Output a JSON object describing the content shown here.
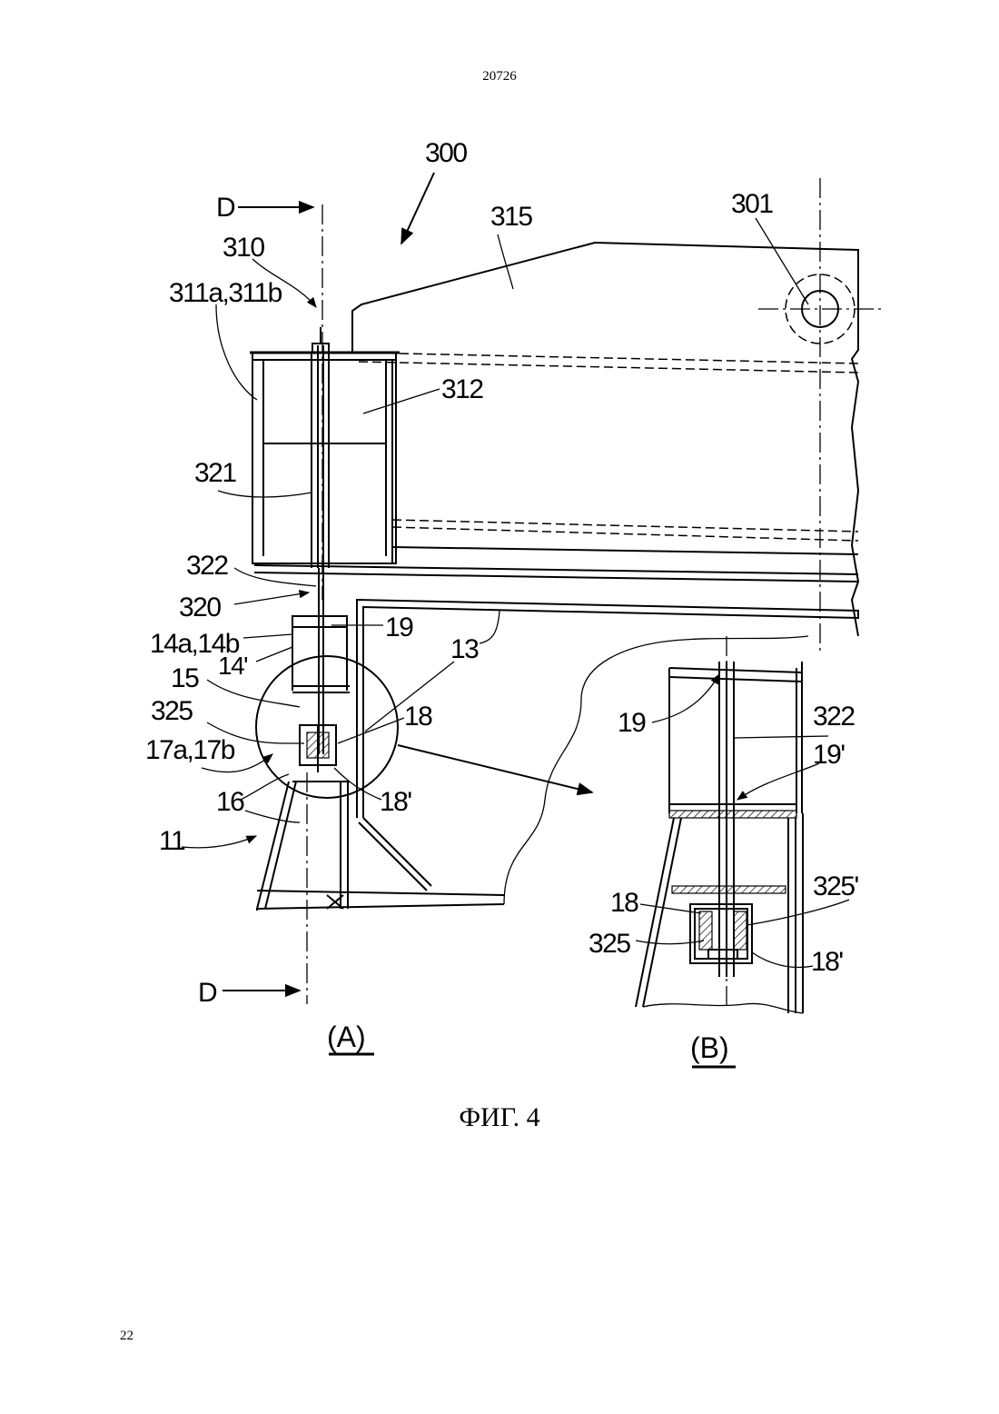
{
  "page": {
    "header_number": "20726",
    "footer_number": "22"
  },
  "figure": {
    "caption": "ФИГ. 4"
  },
  "labels": {
    "l300": "300",
    "l301": "301",
    "l315": "315",
    "lD_top": "D",
    "lD_bottom": "D",
    "l310": "310",
    "l311": "311a,311b",
    "l312": "312",
    "l321": "321",
    "l322": "322",
    "l320": "320",
    "l14ab": "14a,14b",
    "l14p": "14'",
    "l19": "19",
    "l13": "13",
    "l15": "15",
    "l325": "325",
    "l18": "18",
    "l17ab": "17a,17b",
    "l18p": "18'",
    "l16": "16",
    "l11": "11",
    "b19": "19",
    "b322": "322",
    "b19p": "19'",
    "b18": "18",
    "b325p": "325'",
    "b325": "325",
    "b18p": "18'"
  },
  "views": {
    "a": "(A)",
    "b": "(B)"
  }
}
